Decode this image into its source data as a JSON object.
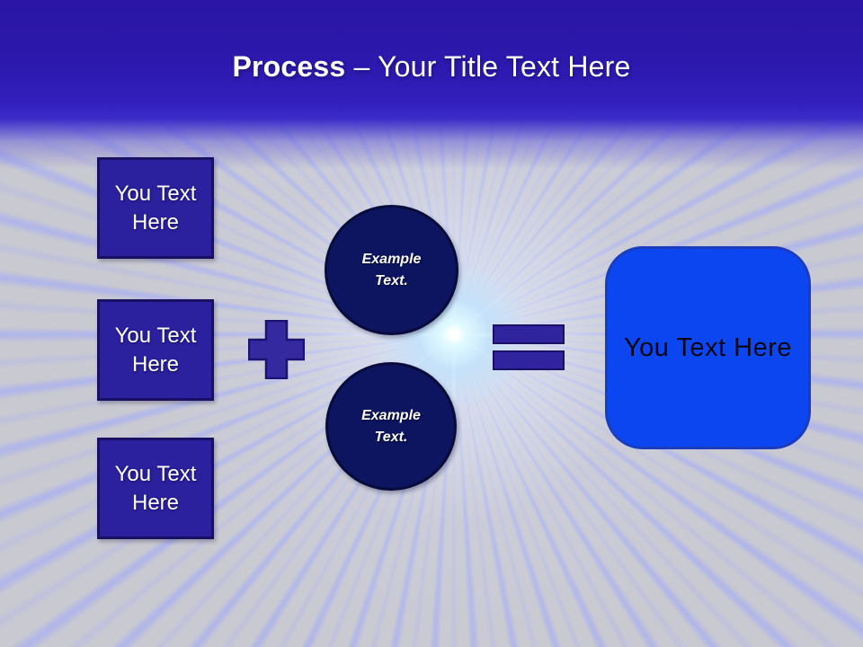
{
  "slide": {
    "title": {
      "emphasis": "Process",
      "rest": "– Your Title Text Here"
    },
    "input_boxes": [
      {
        "label": "You Text Here"
      },
      {
        "label": "You Text Here"
      },
      {
        "label": "You Text Here"
      }
    ],
    "circles": [
      {
        "label": "Example Text."
      },
      {
        "label": "Example Text."
      }
    ],
    "operators": {
      "plus": "plus-icon",
      "equals": "equals-icon"
    },
    "result_box": {
      "label": "You Text Here"
    },
    "colors": {
      "header_blue_top": "#2a15a5",
      "header_blue_bottom": "#3b2cc9",
      "box_fill": "#2b209d",
      "box_border": "#191064",
      "circle_fill": "#0d1560",
      "circle_border": "#070c3a",
      "operator_fill": "#32289f",
      "operator_border": "#1a1068",
      "result_fill": "#0b46f0",
      "result_border": "#1c3cbe",
      "background_gray": "#c9c9d1",
      "ray_blue": "#a3abf3",
      "title_text": "#ffffff",
      "result_text": "#06060f"
    }
  }
}
